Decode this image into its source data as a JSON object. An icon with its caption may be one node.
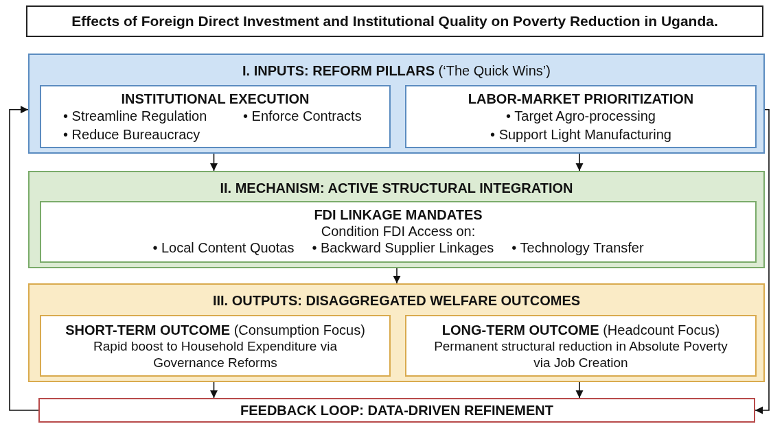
{
  "diagram": {
    "title": "Effects of Foreign Direct Investment and Institutional Quality on Poverty Reduction in Uganda.",
    "nodes": [
      {
        "text": [
          "**I. INPUTS: REFORM PILLARS** (‘The Quick Wins’)"
        ]
      },
      {
        "text": [
          "INSTITUTIONAL EXECUTION",
          "• Streamline Regulation",
          "• Enforce Contracts",
          "• Reduce Bureaucracy"
        ],
        "in": 0
      },
      {
        "text": [
          "LABOR-MARKET PRIORITIZATION",
          "• Target Agro-processing",
          "• Support Light Manufacturing"
        ],
        "in": 0
      },
      {
        "text": [
          "II. MECHANISM: ACTIVE STRUCTURAL INTEGRATION"
        ]
      },
      {
        "text": [
          "FDI LINKAGE MANDATES",
          "Condition FDI Access on:",
          "• Local Content Quotas",
          "• Backward Supplier Linkages",
          "• Technology Transfer"
        ],
        "in": 3
      },
      {
        "text": [
          "III. OUTPUTS: DISAGGREGATED WELFARE OUTCOMES"
        ]
      },
      {
        "text": [
          "**SHORT-TERM OUTCOME** (Consumption Focus)",
          "Rapid boost to Household Expenditure via Governance Reforms"
        ],
        "in": 5
      },
      {
        "text": [
          "**LONG-TERM OUTCOME** (Headcount Focus)",
          "Permanent structural reduction in Absolute Poverty via Job Creation"
        ],
        "in": 5
      },
      {
        "text": [
          "FEEDBACK LOOP: DATA-DRIVEN REFINEMENT"
        ]
      }
    ],
    "edges": [
      {
        "from": 1,
        "to": 3,
        "arrow": "to"
      },
      {
        "from": 2,
        "to": 3,
        "arrow": "to"
      },
      {
        "from": 4,
        "to": 5,
        "arrow": "to"
      },
      {
        "from": 6,
        "to": 8,
        "arrow": "to"
      },
      {
        "from": 7,
        "to": 8,
        "arrow": "to"
      },
      {
        "from": 8,
        "to": 0,
        "arrow": "to"
      },
      {
        "from": 0,
        "to": 8,
        "arrow": "to"
      }
    ]
  }
}
